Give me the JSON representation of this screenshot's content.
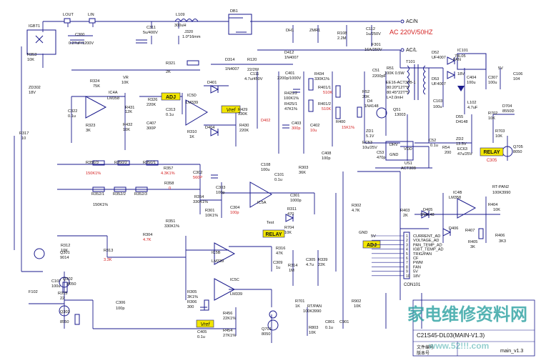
{
  "colors": {
    "wire": "#1a1a8c",
    "label": "#111111",
    "red": "#d42020",
    "yellow": "#f2e600",
    "highlight_box": "#f2e600",
    "watermark": "#2aa0a0",
    "cyan_box": "#a0d8e8"
  },
  "inputs": {
    "ac_n": "AC/N",
    "ac_l": "AC/L",
    "ac_voltage": "AC 220V/50HZ"
  },
  "top_components": [
    {
      "name": "IGBT1",
      "text": "IGBT1"
    },
    {
      "name": "LOUT",
      "text": "LOUT"
    },
    {
      "name": "LIN",
      "text": "LIN"
    },
    {
      "name": "C300",
      "text": "C300"
    },
    {
      "name": "C300-val",
      "text": "0.27uF/1200V"
    },
    {
      "name": "R353",
      "text": "R353"
    },
    {
      "name": "R353-val",
      "text": "10K"
    },
    {
      "name": "C311",
      "text": "C311"
    },
    {
      "name": "C311-val",
      "text": "5u/400V"
    },
    {
      "name": "L109",
      "text": "L109"
    },
    {
      "name": "L109-val",
      "text": "300uH"
    },
    {
      "name": "J320",
      "text": "J320"
    },
    {
      "name": "J320-val",
      "text": "1.0*16mm"
    },
    {
      "name": "DB1",
      "text": "DB1"
    },
    {
      "name": "ZD302",
      "text": "ZD302"
    },
    {
      "name": "ZD302-val",
      "text": "18V"
    },
    {
      "name": "R317",
      "text": "R317"
    },
    {
      "name": "R317-val",
      "text": "10"
    },
    {
      "name": "R321",
      "text": "R321"
    },
    {
      "name": "R321-val",
      "text": "2K"
    },
    {
      "name": "D314",
      "text": "D314"
    },
    {
      "name": "D314-val",
      "text": "1N4007"
    },
    {
      "name": "R120",
      "text": "R120"
    },
    {
      "name": "R120-val",
      "text": "22/2W"
    },
    {
      "name": "DH1",
      "text": "DH1"
    },
    {
      "name": "ZMR1",
      "text": "ZMR1"
    },
    {
      "name": "R108",
      "text": "R108"
    },
    {
      "name": "R108-val",
      "text": "2.2M"
    },
    {
      "name": "C112",
      "text": "C112"
    },
    {
      "name": "C112-val",
      "text": "1u/250V"
    },
    {
      "name": "F301",
      "text": "F301"
    },
    {
      "name": "F301-val",
      "text": "16A/250V"
    },
    {
      "name": "D412",
      "text": "D412"
    },
    {
      "name": "D412-val",
      "text": "1N4007"
    }
  ],
  "mid_components": [
    {
      "name": "R324",
      "text": "R324"
    },
    {
      "name": "R324-val",
      "text": "75K"
    },
    {
      "name": "VR",
      "text": "VR"
    },
    {
      "name": "VR-val",
      "text": "10K"
    },
    {
      "name": "IC4A",
      "text": "IC4A"
    },
    {
      "name": "IC4A-val",
      "text": "LM358"
    },
    {
      "name": "R431",
      "text": "R431"
    },
    {
      "name": "R431-val",
      "text": "12K"
    },
    {
      "name": "R432",
      "text": "R432"
    },
    {
      "name": "R432-val",
      "text": "10K"
    },
    {
      "name": "R326",
      "text": "R326"
    },
    {
      "name": "R326-val",
      "text": "220K"
    },
    {
      "name": "C407",
      "text": "C407"
    },
    {
      "name": "C407-val",
      "text": "300P"
    },
    {
      "name": "C313",
      "text": "C313"
    },
    {
      "name": "C313-val",
      "text": "0.1u"
    },
    {
      "name": "C322",
      "text": "C322"
    },
    {
      "name": "C322-val",
      "text": "0.1u"
    },
    {
      "name": "R323",
      "text": "R323"
    },
    {
      "name": "R323-val",
      "text": "3K"
    },
    {
      "name": "IC5D",
      "text": "IC5D"
    },
    {
      "name": "IC5D-val",
      "text": "LM339"
    },
    {
      "name": "D401",
      "text": "D401"
    },
    {
      "name": "D404",
      "text": "D404"
    },
    {
      "name": "R310",
      "text": "R310"
    },
    {
      "name": "R310-val",
      "text": "1K"
    },
    {
      "name": "R429",
      "text": "R429"
    },
    {
      "name": "R429-val",
      "text": "330K"
    },
    {
      "name": "R430",
      "text": "R430"
    },
    {
      "name": "R430-val",
      "text": "220K"
    },
    {
      "name": "D402",
      "text": "D402"
    },
    {
      "name": "C111",
      "text": "C111"
    },
    {
      "name": "C111-val",
      "text": "4.7u/450V"
    },
    {
      "name": "C401",
      "text": "C401"
    },
    {
      "name": "C401-val",
      "text": "2200p/1000V"
    },
    {
      "name": "R434",
      "text": "R434"
    },
    {
      "name": "R434-val",
      "text": "330K1%"
    },
    {
      "name": "R425",
      "text": "R425/2"
    },
    {
      "name": "R425-val",
      "text": "100K1%"
    },
    {
      "name": "R425b",
      "text": "R425/1"
    },
    {
      "name": "R425b-val",
      "text": "47K1%"
    },
    {
      "name": "R401-1",
      "text": "R401/1"
    },
    {
      "name": "R401-1-val",
      "text": "510K"
    },
    {
      "name": "R401-2",
      "text": "R401/2"
    },
    {
      "name": "R401-2-val",
      "text": "510K"
    },
    {
      "name": "C403",
      "text": "C403"
    },
    {
      "name": "C403-val",
      "text": "300p"
    },
    {
      "name": "C402",
      "text": "C402"
    },
    {
      "name": "C402-val",
      "text": "10u"
    },
    {
      "name": "R400",
      "text": "R400"
    },
    {
      "name": "R400-val",
      "text": "15K1%"
    },
    {
      "name": "C408",
      "text": "C408"
    },
    {
      "name": "C408-val",
      "text": "100p"
    }
  ],
  "power_components": [
    {
      "name": "T101",
      "text": "T101"
    },
    {
      "name": "R51",
      "text": "R51"
    },
    {
      "name": "R51-val",
      "text": "100K 0.5W"
    },
    {
      "name": "C51",
      "text": "C51"
    },
    {
      "name": "C51-val",
      "text": "2200pF"
    },
    {
      "name": "R52",
      "text": "R52"
    },
    {
      "name": "R52-val",
      "text": "20K"
    },
    {
      "name": "transformer",
      "text": "EE16-ACT30B-1"
    },
    {
      "name": "transformer-2",
      "text": "80:20*12T*8"
    },
    {
      "name": "transformer-3",
      "text": "80:45*22T*5"
    },
    {
      "name": "transformer-4",
      "text": "L=2.0mH"
    },
    {
      "name": "D4",
      "text": "D4"
    },
    {
      "name": "D4-val",
      "text": "1N4148"
    },
    {
      "name": "Q51",
      "text": "Q51"
    },
    {
      "name": "Q51-val",
      "text": "13003"
    },
    {
      "name": "ZD1",
      "text": "ZD1"
    },
    {
      "name": "ZD1-val",
      "text": "5.1V"
    },
    {
      "name": "EC53",
      "text": "EC53"
    },
    {
      "name": "EC53-val",
      "text": "10u/25V"
    },
    {
      "name": "C53",
      "text": "C53"
    },
    {
      "name": "C53-val",
      "text": "470p"
    },
    {
      "name": "US1",
      "text": "US1"
    },
    {
      "name": "US1-val",
      "text": "ACT30B"
    },
    {
      "name": "DRV",
      "text": "DRV"
    },
    {
      "name": "VDD",
      "text": "VDD"
    },
    {
      "name": "GND",
      "text": "GND"
    },
    {
      "name": "C52",
      "text": "C52"
    },
    {
      "name": "C52-val",
      "text": "0.1u"
    },
    {
      "name": "R54",
      "text": "R54"
    },
    {
      "name": "R54-val",
      "text": "200"
    },
    {
      "name": "EC63",
      "text": "EC63"
    },
    {
      "name": "EC63-val",
      "text": "47u/25V"
    },
    {
      "name": "D52",
      "text": "D52"
    },
    {
      "name": "D52-val",
      "text": "UF4007"
    },
    {
      "name": "D53",
      "text": "D53"
    },
    {
      "name": "D53-val",
      "text": "UF4007"
    },
    {
      "name": "IC101",
      "text": "IC101"
    },
    {
      "name": "IC101-val",
      "text": "78L05"
    },
    {
      "name": "C404",
      "text": "C404"
    },
    {
      "name": "C404-val",
      "text": "100u"
    },
    {
      "name": "C307",
      "text": "C307"
    },
    {
      "name": "C307-val",
      "text": "100u"
    },
    {
      "name": "C106",
      "text": "C106"
    },
    {
      "name": "C106-val",
      "text": "104"
    },
    {
      "name": "C103",
      "text": "C103"
    },
    {
      "name": "C103-val",
      "text": "100u"
    },
    {
      "name": "L102",
      "text": "L102"
    },
    {
      "name": "L102-val",
      "text": "4.7uF"
    },
    {
      "name": "D55",
      "text": "D55"
    },
    {
      "name": "D55-val",
      "text": "D4148"
    },
    {
      "name": "ZD2",
      "text": "ZD2"
    },
    {
      "name": "ZD2-val",
      "text": "13.5V"
    },
    {
      "name": "D704",
      "text": "D704"
    },
    {
      "name": "D704-val",
      "text": "8550D"
    },
    {
      "name": "R702",
      "text": "R702"
    },
    {
      "name": "R702-val",
      "text": "10K"
    },
    {
      "name": "R703",
      "text": "R703"
    },
    {
      "name": "R703-val",
      "text": "10K"
    },
    {
      "name": "Q705",
      "text": "Q705"
    },
    {
      "name": "Q705-val",
      "text": "8050"
    },
    {
      "name": "FAN",
      "text": "FAN"
    },
    {
      "name": "5V",
      "text": "5V"
    },
    {
      "name": "18V",
      "text": "18V"
    }
  ],
  "lower_components": [
    {
      "name": "R350-3",
      "text": "R350/3"
    },
    {
      "name": "R350-2",
      "text": "R350/2"
    },
    {
      "name": "R350-1",
      "text": "R350/1"
    },
    {
      "name": "R350-vals",
      "text": "150K1%"
    },
    {
      "name": "R357",
      "text": "R357"
    },
    {
      "name": "R357-val",
      "text": "4.3K1%"
    },
    {
      "name": "R358",
      "text": "R358"
    },
    {
      "name": "R358-val",
      "text": "0"
    },
    {
      "name": "C302",
      "text": "C302"
    },
    {
      "name": "C302-val",
      "text": "560P"
    },
    {
      "name": "R352-1",
      "text": "R352/1"
    },
    {
      "name": "R352-2",
      "text": "R352/2"
    },
    {
      "name": "R352-3",
      "text": "R352/3"
    },
    {
      "name": "R352-vals",
      "text": "150K1%"
    },
    {
      "name": "R354",
      "text": "R354"
    },
    {
      "name": "R354-val",
      "text": "330K1%"
    },
    {
      "name": "R351",
      "text": "R351"
    },
    {
      "name": "R351-val",
      "text": "330K1%"
    },
    {
      "name": "C303",
      "text": "C303"
    },
    {
      "name": "C303-val",
      "text": "100p"
    },
    {
      "name": "R301",
      "text": "R301"
    },
    {
      "name": "R301-val",
      "text": "10K1%"
    },
    {
      "name": "C304",
      "text": "C304"
    },
    {
      "name": "C304-val",
      "text": "100p"
    },
    {
      "name": "IC5A",
      "text": "IC5A"
    },
    {
      "name": "C108",
      "text": "C108"
    },
    {
      "name": "C108-val",
      "text": "100u"
    },
    {
      "name": "C101",
      "text": "C101"
    },
    {
      "name": "C101-val",
      "text": "0.1u"
    },
    {
      "name": "R303",
      "text": "R303"
    },
    {
      "name": "R303-val",
      "text": "36K"
    },
    {
      "name": "C301",
      "text": "C301"
    },
    {
      "name": "C301-val",
      "text": "1000p"
    },
    {
      "name": "R311",
      "text": "R311"
    },
    {
      "name": "R311-val",
      "text": "470"
    },
    {
      "name": "R302",
      "text": "R302"
    },
    {
      "name": "R302-val",
      "text": "4.7K"
    },
    {
      "name": "R304",
      "text": "R304"
    },
    {
      "name": "R304-val",
      "text": "4.7K"
    },
    {
      "name": "R312",
      "text": "R312"
    },
    {
      "name": "R312-val",
      "text": "10K"
    },
    {
      "name": "R313",
      "text": "R313"
    },
    {
      "name": "R313-val",
      "text": "3.3K"
    },
    {
      "name": "Q301",
      "text": "Q301"
    },
    {
      "name": "Q301-val",
      "text": "9014"
    },
    {
      "name": "IC5B",
      "text": "IC5B"
    },
    {
      "name": "IC5B-val",
      "text": "LM339"
    },
    {
      "name": "IC5C",
      "text": "IC5C"
    },
    {
      "name": "IC5C-val",
      "text": "LM339"
    },
    {
      "name": "R316",
      "text": "R316"
    },
    {
      "name": "R316-val",
      "text": "47K"
    },
    {
      "name": "R314",
      "text": "R314"
    },
    {
      "name": "R314-val",
      "text": "1M"
    },
    {
      "name": "C309",
      "text": "C309"
    },
    {
      "name": "C309-val",
      "text": "1u"
    },
    {
      "name": "C305",
      "text": "C305"
    },
    {
      "name": "C305-val",
      "text": "4.7u"
    },
    {
      "name": "R339",
      "text": "R339"
    },
    {
      "name": "R339-val",
      "text": "22K"
    },
    {
      "name": "Q302",
      "text": "Q302"
    },
    {
      "name": "Q302-val",
      "text": "8050"
    },
    {
      "name": "Q303",
      "text": "Q303"
    },
    {
      "name": "Q303-val",
      "text": "8550"
    },
    {
      "name": "R315",
      "text": "R315"
    },
    {
      "name": "R315-val",
      "text": "22"
    },
    {
      "name": "C107",
      "text": "C107"
    },
    {
      "name": "C107-val",
      "text": "100u"
    },
    {
      "name": "F102",
      "text": "F102"
    },
    {
      "name": "C306",
      "text": "C306"
    },
    {
      "name": "C306-val",
      "text": "100p"
    },
    {
      "name": "R305",
      "text": "R305"
    },
    {
      "name": "R305-val",
      "text": "3K1%"
    },
    {
      "name": "R306",
      "text": "R306"
    },
    {
      "name": "R306-val",
      "text": "300"
    },
    {
      "name": "R456",
      "text": "R456"
    },
    {
      "name": "R456-val",
      "text": "22K1%"
    },
    {
      "name": "R454",
      "text": "R454"
    },
    {
      "name": "R454-val",
      "text": "27K1%"
    },
    {
      "name": "C405",
      "text": "C405"
    },
    {
      "name": "C405-val",
      "text": "0.1u"
    },
    {
      "name": "Q701",
      "text": "Q701"
    },
    {
      "name": "Q701-val",
      "text": "8050"
    },
    {
      "name": "R701",
      "text": "R701"
    },
    {
      "name": "R701-val",
      "text": "1K"
    },
    {
      "name": "RTPAN",
      "text": "RT/PAN"
    },
    {
      "name": "RTPAN-val",
      "text": "100K3990"
    },
    {
      "name": "R803",
      "text": "R803"
    },
    {
      "name": "R803-val",
      "text": "10K"
    },
    {
      "name": "C801",
      "text": "C801"
    },
    {
      "name": "C801-val",
      "text": "0.1u"
    },
    {
      "name": "C901",
      "text": "C901"
    },
    {
      "name": "R902",
      "text": "R902"
    },
    {
      "name": "R902-val",
      "text": "10K"
    },
    {
      "name": "R403",
      "text": "R403"
    },
    {
      "name": "R403-val",
      "text": "2K"
    },
    {
      "name": "D405",
      "text": "D405"
    },
    {
      "name": "D405-val",
      "text": "1N4148"
    },
    {
      "name": "IC4B",
      "text": "IC4B"
    },
    {
      "name": "IC4B-val",
      "text": "LM358"
    },
    {
      "name": "R404",
      "text": "R404"
    },
    {
      "name": "R404-val",
      "text": "10K"
    },
    {
      "name": "D406",
      "text": "D406"
    },
    {
      "name": "R407",
      "text": "R407"
    },
    {
      "name": "R405",
      "text": "R405"
    },
    {
      "name": "R405-val",
      "text": "3K"
    },
    {
      "name": "R406",
      "text": "R406"
    },
    {
      "name": "R406-val",
      "text": "3K3"
    },
    {
      "name": "RTPAN2",
      "text": "RT-PAN2"
    },
    {
      "name": "RTPAN2-val",
      "text": "100K3990"
    },
    {
      "name": "R704",
      "text": "R704"
    },
    {
      "name": "R704-val",
      "text": "10K"
    },
    {
      "name": "Test",
      "text": "Test"
    },
    {
      "name": "GNDlbl",
      "text": "GND"
    },
    {
      "name": "5Vlbl",
      "text": "5V"
    }
  ],
  "tags": {
    "adj": "ADJ",
    "vref": "Vref",
    "relay": "RELAY",
    "relay2": "RELAY",
    "c305": "C305",
    "adj2": "ADJ",
    "vref2": "Vref"
  },
  "connector": {
    "name": "CON101",
    "pins": [
      {
        "num": "1",
        "label": "CURRENT_AD"
      },
      {
        "num": "2",
        "label": "VOLTAGE_AD"
      },
      {
        "num": "3",
        "label": "PAN_TEMP_AD"
      },
      {
        "num": "4",
        "label": "IGBT_TEMP_AD"
      },
      {
        "num": "5",
        "label": "TRIG/PAN"
      },
      {
        "num": "6",
        "label": "CF"
      },
      {
        "num": "7",
        "label": "PWM"
      },
      {
        "num": "8",
        "label": "FAN"
      },
      {
        "num": "9",
        "label": "5V"
      },
      {
        "num": "10",
        "label": "18V"
      }
    ]
  },
  "footer": {
    "model": "C21S45-DL03(MAIN-V1.3)",
    "file": "main_v1.3",
    "meta1": "文件编号",
    "meta2": "版本号",
    "watermark": "家电维修资料网",
    "watermark2": "www.52!!!.com"
  }
}
